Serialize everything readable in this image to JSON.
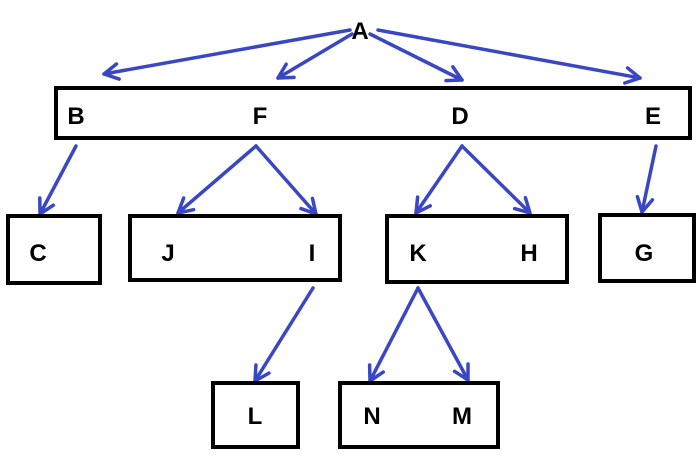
{
  "nodes": {
    "A": "A",
    "B": "B",
    "F": "F",
    "D": "D",
    "E": "E",
    "C": "C",
    "J": "J",
    "I": "I",
    "K": "K",
    "H": "H",
    "G": "G",
    "L": "L",
    "N": "N",
    "M": "M"
  },
  "edges": [
    [
      "A",
      "B"
    ],
    [
      "A",
      "F"
    ],
    [
      "A",
      "D"
    ],
    [
      "A",
      "E"
    ],
    [
      "B",
      "C"
    ],
    [
      "F",
      "J"
    ],
    [
      "F",
      "I"
    ],
    [
      "D",
      "K"
    ],
    [
      "D",
      "H"
    ],
    [
      "E",
      "G"
    ],
    [
      "I",
      "L"
    ],
    [
      "K",
      "N"
    ],
    [
      "K",
      "M"
    ]
  ],
  "colors": {
    "arrow": "#3a47c4",
    "box_border": "#000000",
    "text": "#000000"
  }
}
